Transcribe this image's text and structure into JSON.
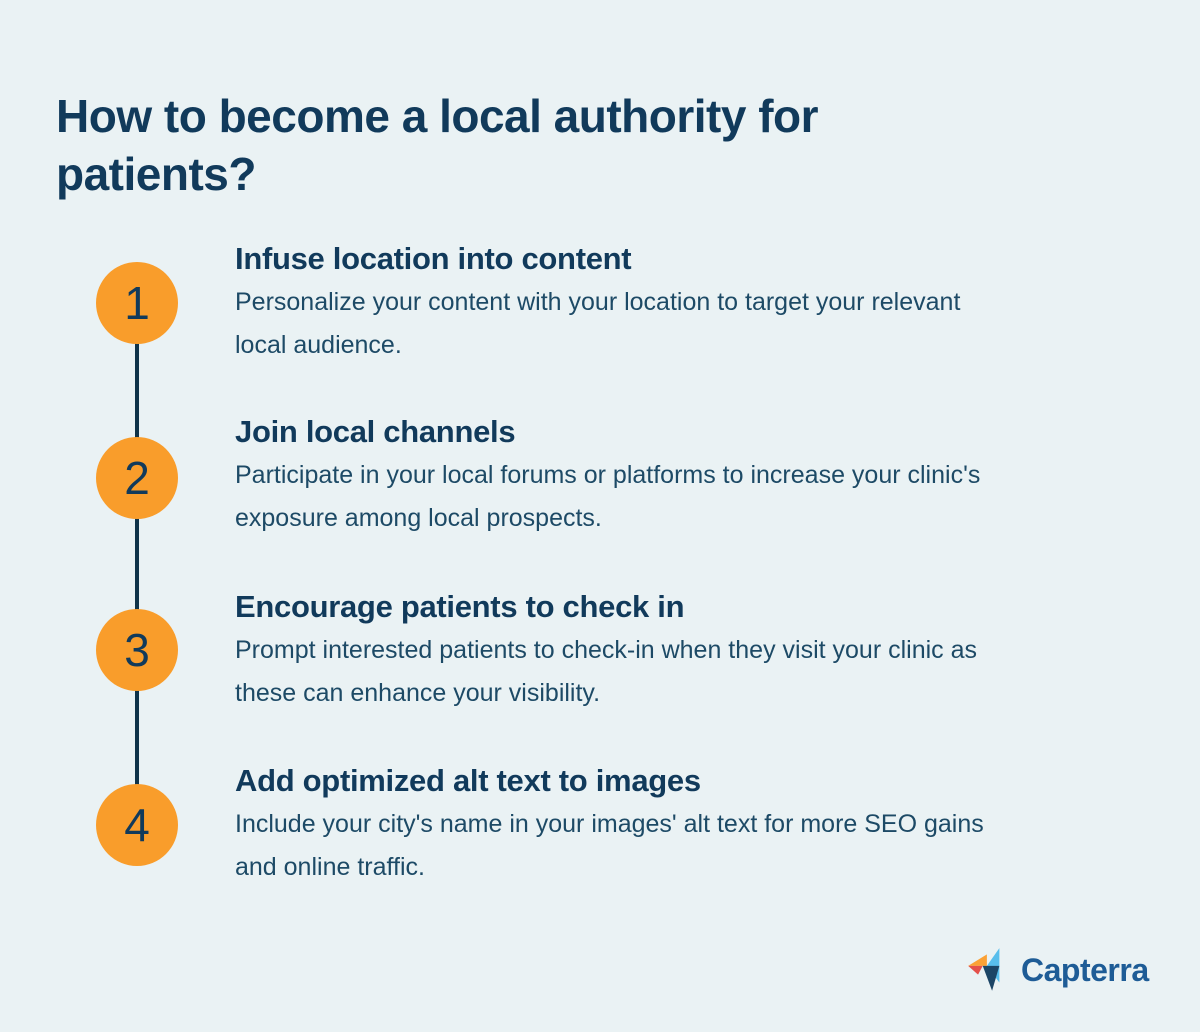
{
  "page": {
    "title": "How to become a local authority for\npatients?",
    "background_color": "#EAF2F4"
  },
  "steps": [
    {
      "number": "1",
      "title": "Infuse location into content",
      "description": "Personalize your content with your location to target your relevant\nlocal audience."
    },
    {
      "number": "2",
      "title": "Join local channels",
      "description": "Participate in your local forums or platforms to increase your clinic's\nexposure among local prospects."
    },
    {
      "number": "3",
      "title": "Encourage patients to check in",
      "description": "Prompt interested patients to check-in when they visit your clinic as\nthese can enhance your visibility."
    },
    {
      "number": "4",
      "title": "Add optimized alt text to images",
      "description": "Include your city's name in your images' alt text for more SEO gains\nand online traffic."
    }
  ],
  "timeline": {
    "circle_color": "#F99D2B",
    "line_color": "#0F3349",
    "number_color": "#113A5B"
  },
  "brand": {
    "logo_text": "Capterra",
    "logo_text_color": "#1E5C96",
    "logo_icon": "capterra-pinwheel-arrow",
    "logo_colors": {
      "light_blue": "#58BEEC",
      "orange": "#FBA135",
      "red": "#E4504A",
      "navy": "#1B4566"
    }
  },
  "text_colors": {
    "heading": "#113A5B",
    "body": "#1D4A66"
  }
}
